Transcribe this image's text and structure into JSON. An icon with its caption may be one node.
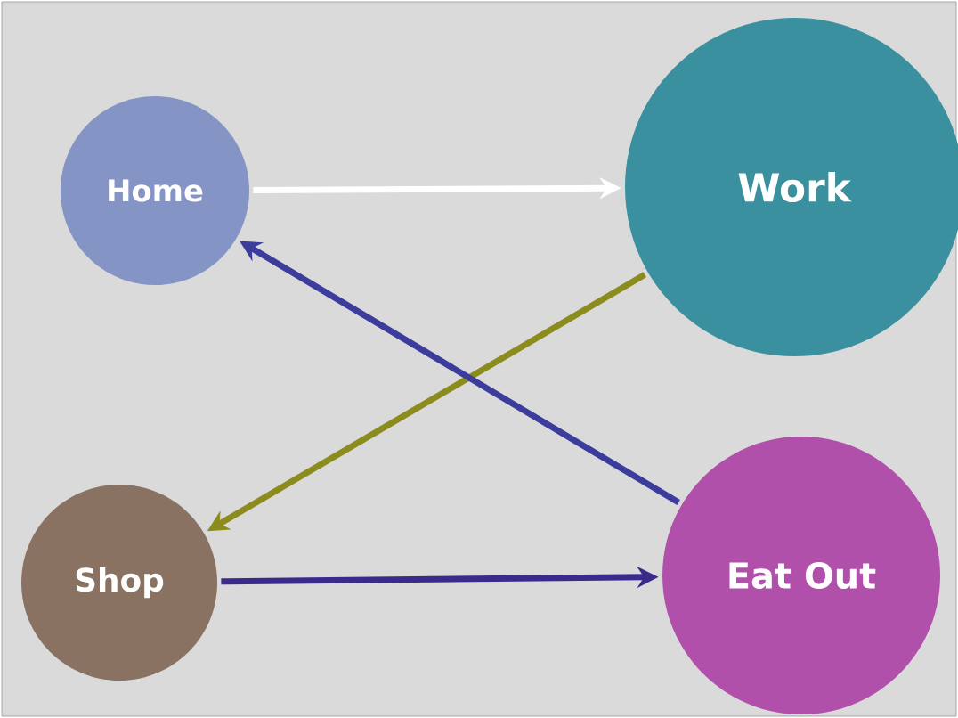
{
  "diagram": {
    "nodes": [
      {
        "text": [
          "Home"
        ]
      },
      {
        "text": [
          "Work"
        ]
      },
      {
        "text": [
          "Shop"
        ]
      },
      {
        "text": [
          "Eat Out"
        ]
      }
    ],
    "edges": [
      {
        "from": 0,
        "to": 1,
        "arrow": "to",
        "color": "#ffffff"
      },
      {
        "from": 1,
        "to": 2,
        "arrow": "to",
        "color": "#8c8c1e"
      },
      {
        "from": 3,
        "to": 0,
        "arrow": "to",
        "color": "#3c3c9c"
      },
      {
        "from": 2,
        "to": 3,
        "arrow": "to",
        "color": "#3a2a8c"
      }
    ]
  }
}
